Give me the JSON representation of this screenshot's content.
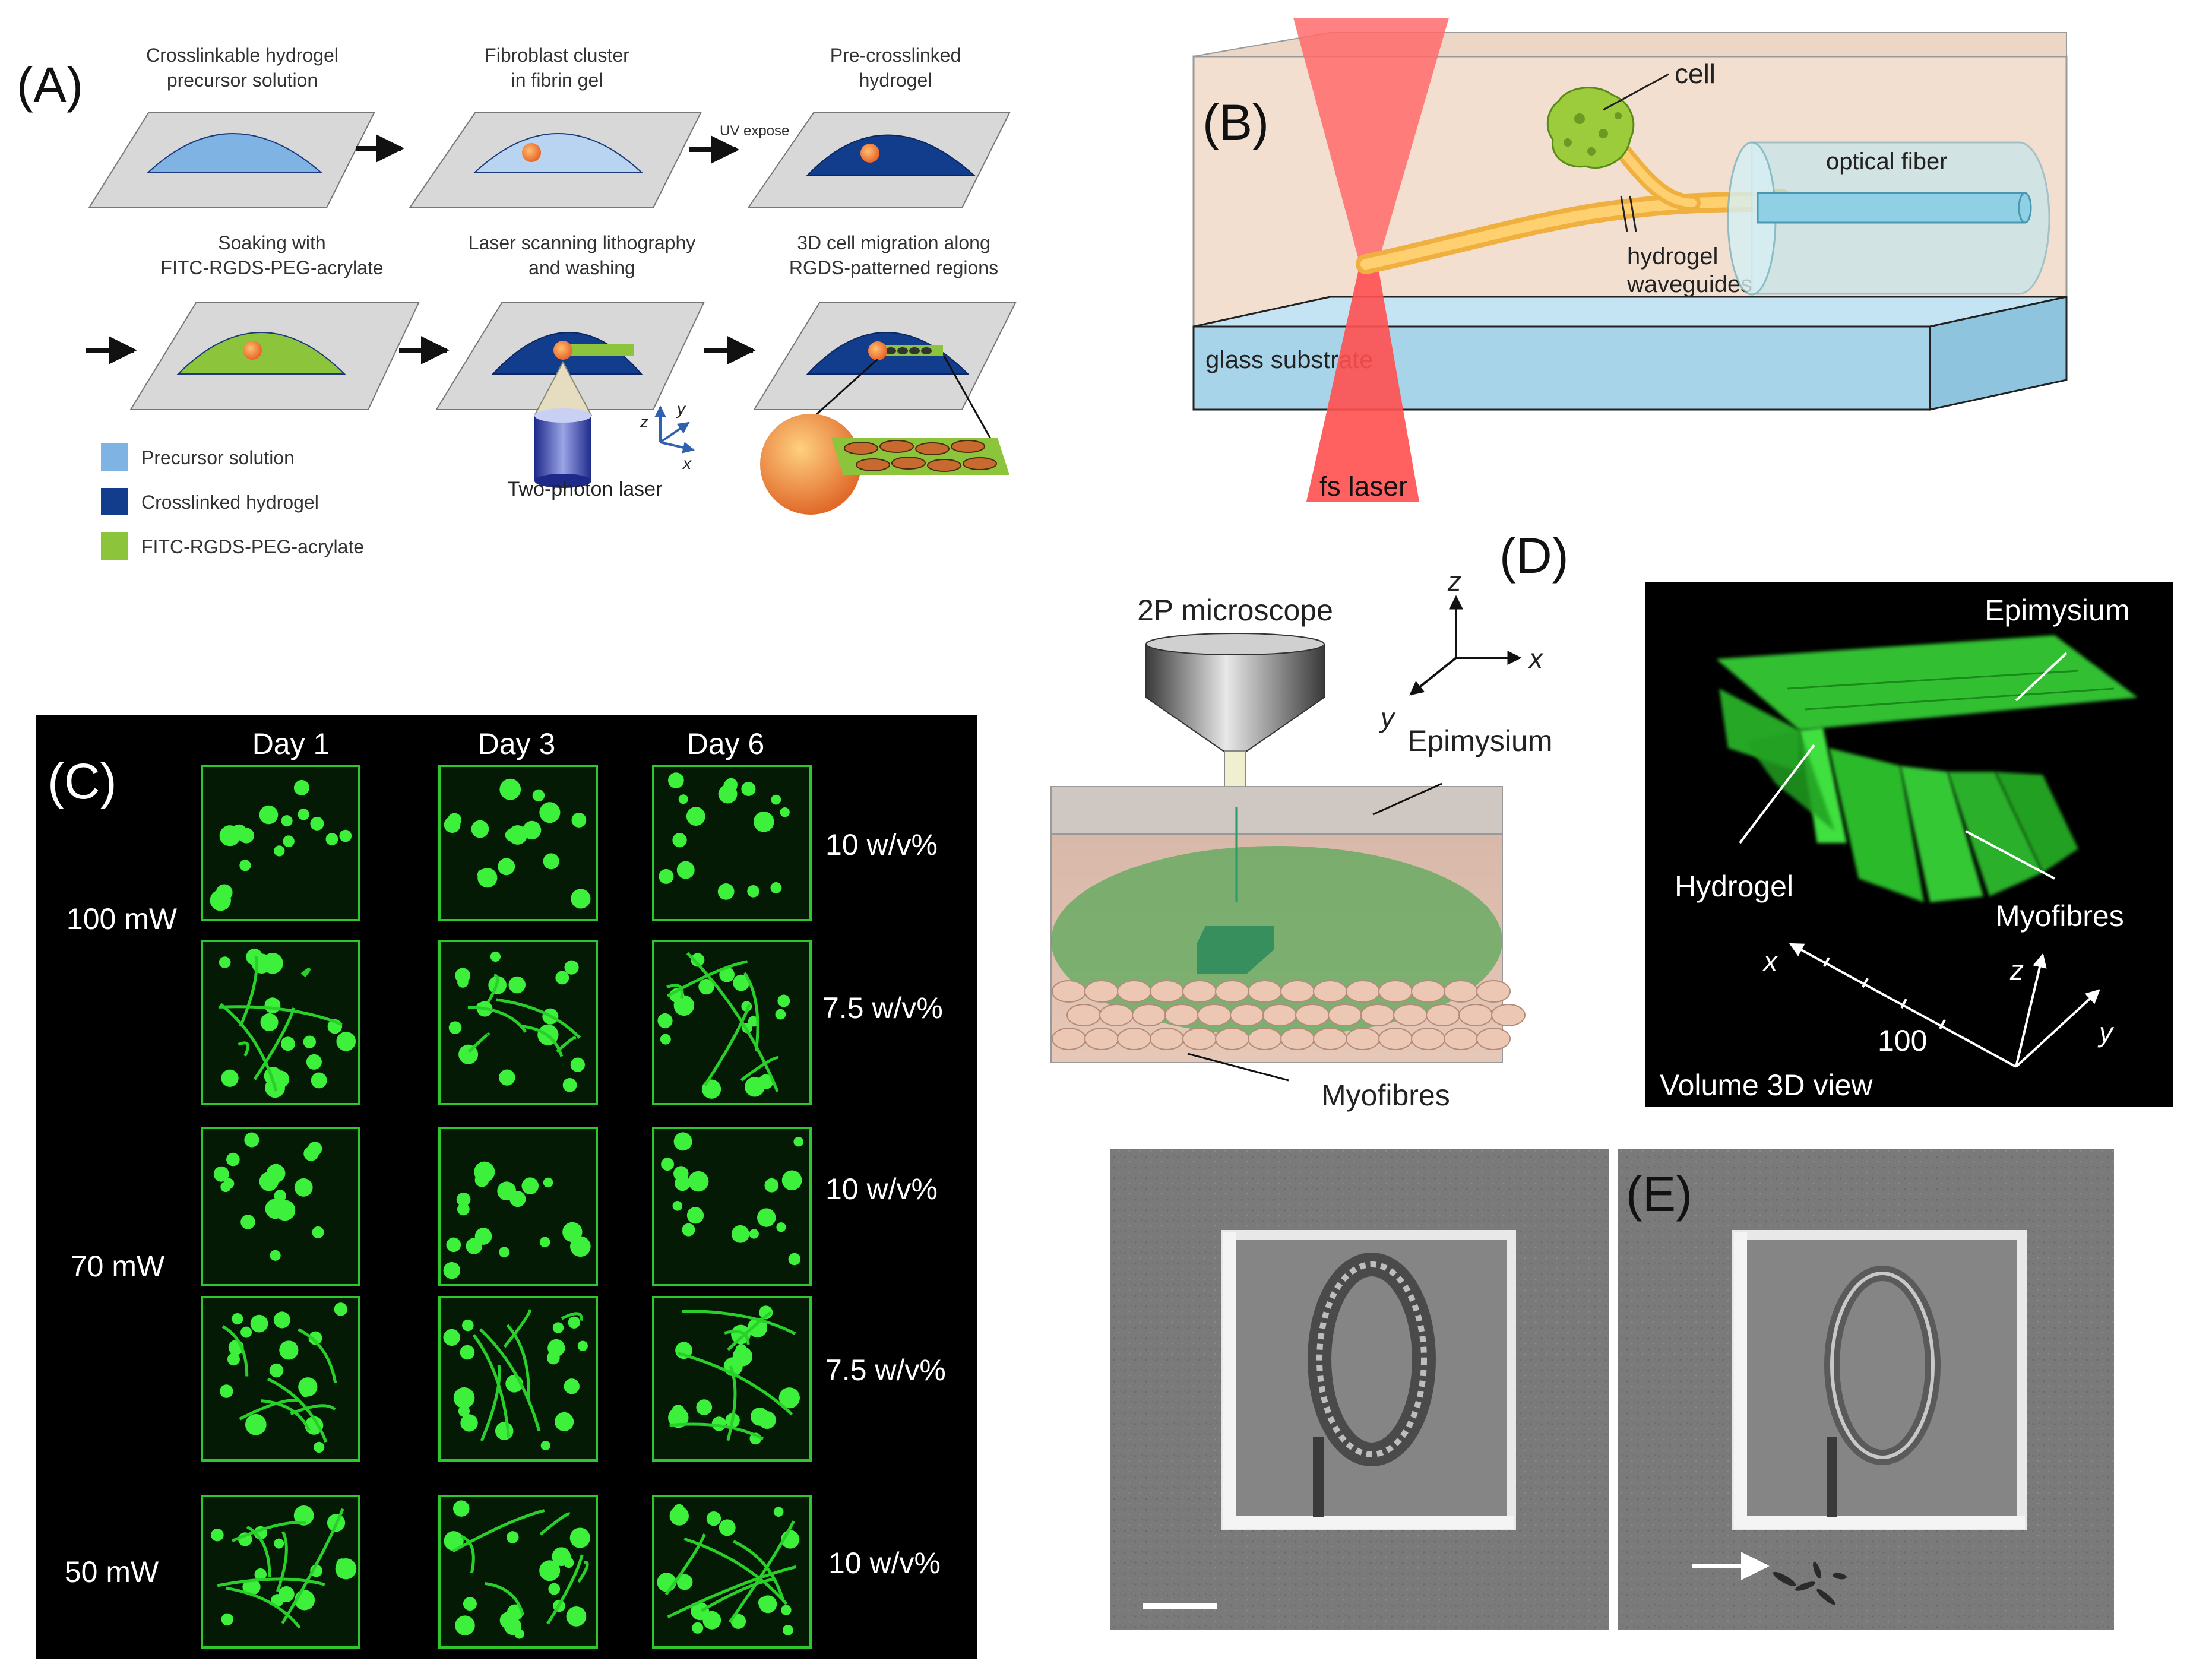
{
  "panels": {
    "a": {
      "label": "(A)",
      "steps": [
        {
          "line1": "Crosslinkable hydrogel",
          "line2": "precursor solution"
        },
        {
          "line1": "Fibroblast cluster",
          "line2": "in fibrin gel"
        },
        {
          "line1": "Pre-crosslinked",
          "line2": "hydrogel"
        },
        {
          "line1": "Soaking with",
          "line2": "FITC-RGDS-PEG-acrylate"
        },
        {
          "line1": "Laser scanning lithography",
          "line2": "and washing"
        },
        {
          "line1": "3D cell migration along",
          "line2": "RGDS-patterned regions"
        }
      ],
      "uv_label": "UV expose",
      "laser_label": "Two-photon laser",
      "axes": [
        "z",
        "y",
        "x"
      ],
      "legend": [
        {
          "label": "Precursor solution",
          "color": "#7fb3e3"
        },
        {
          "label": "Crosslinked hydrogel",
          "color": "#123c8c"
        },
        {
          "label": "FITC-RGDS-PEG-acrylate",
          "color": "#8cc43c"
        }
      ]
    },
    "b": {
      "label": "(B)",
      "cell": "cell",
      "optical_fiber": "optical fiber",
      "waveguides_line1": "hydrogel",
      "waveguides_line2": "waveguides",
      "glass_substrate": "glass substrate",
      "fs_laser": "fs laser"
    },
    "c": {
      "label": "(C)",
      "days": [
        "Day 1",
        "Day 3",
        "Day 6"
      ],
      "powers": [
        "100 mW",
        "70 mW",
        "50 mW"
      ],
      "concentrations": [
        "10 w/v%",
        "7.5 w/v%",
        "10 w/v%",
        "7.5 w/v%",
        "10 w/v%"
      ]
    },
    "d": {
      "label": "(D)",
      "microscope": "2P microscope",
      "axes": [
        "z",
        "x",
        "y"
      ],
      "epimysium": "Epimysium",
      "myofibres": "Myofibres",
      "inset": {
        "epimysium": "Epimysium",
        "hydrogel": "Hydrogel",
        "myofibres": "Myofibres",
        "axes": [
          "x",
          "z",
          "y"
        ],
        "scale": "100",
        "view": "Volume 3D view"
      }
    },
    "e": {
      "label": "(E)"
    }
  }
}
